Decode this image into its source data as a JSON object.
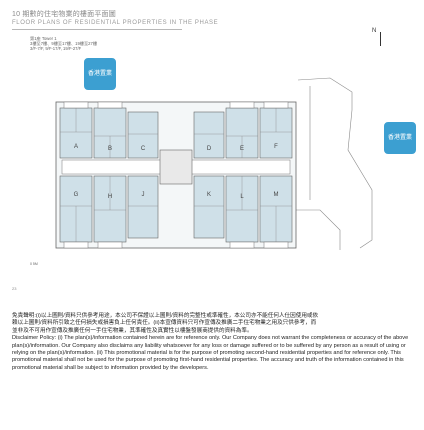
{
  "header": {
    "title_cn": "10 期數的住宅物業的樓面平面圖",
    "title_en": "FLOOR PLANS OF RESIDENTIAL PROPERTIES IN THE PHASE"
  },
  "tower_note": {
    "line1": "第1座 Tower 1",
    "line2": "3樓至7樓、9樓至17樓、19樓至27樓",
    "line3": "3/F-7/F, 9/F-17/F, 19/F-27/F"
  },
  "north_label": "N",
  "watermark": {
    "text": "香港置業",
    "label": "香港置業"
  },
  "plan": {
    "unit_labels": [
      "A",
      "B",
      "C",
      "D",
      "E",
      "F",
      "G",
      "H",
      "J",
      "K",
      "L",
      "M"
    ]
  },
  "scale_note": "0    5M",
  "page_number": "23",
  "disclaimer": {
    "cn_line1": "免責聲明:(i)以上圖則/資料只供參考用途，本公司不保證以上圖則/資料的完整性或準確性，本公司亦不能任何人仕因使用或依",
    "cn_line2": "賴以上圖則/資料所引致之任何損失或損害負上任何責任。(ii)本宣傳資料只可作宣傳及推廣二手住宅物業之用及只供參考，而",
    "cn_line3": "並非及不可用作宣傳及推廣任何一手住宅物業，其準確性及真實性以樓盤發展商提供的資料為準。",
    "en_text": "Disclaimer Policy: (i) The plan(s)/information contained herein are for reference only. Our Company does not warrant the completeness or accuracy of the above plan(s)/information. Our Company also disclaims any liability whatsoever for any loss or damage suffered or to be suffered by any person as a result of using or relying on the plan(s)/information. (ii) This promotional material is for the purpose of promoting second-hand residential properties and for reference only. This promotional material shall not be used for the purpose of promoting first-hand residential properties. The accuracy and truth of the information contained in this promotional material shall be subject to information provided by the developers."
  },
  "colors": {
    "watermark_blue": "#1b8fc9",
    "unit_fill": "#cfe0e8",
    "wall": "#666666"
  }
}
